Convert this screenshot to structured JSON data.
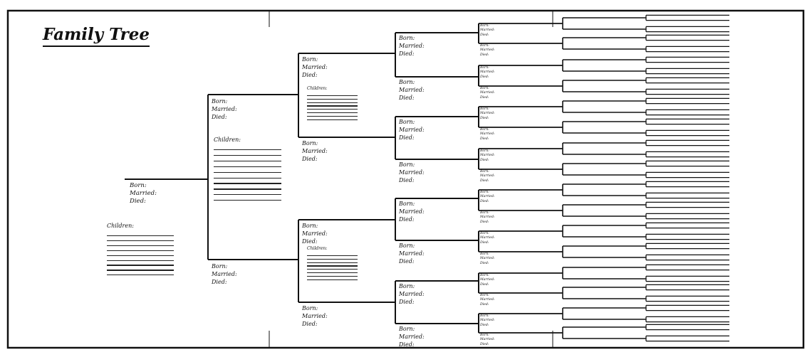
{
  "title": "Family Tree",
  "labels": {
    "born": "Born:",
    "married": "Married:",
    "died": "Died:",
    "children": "Children:"
  },
  "colors": {
    "ink": "#111111",
    "border": "#111111",
    "background": "#ffffff"
  }
}
